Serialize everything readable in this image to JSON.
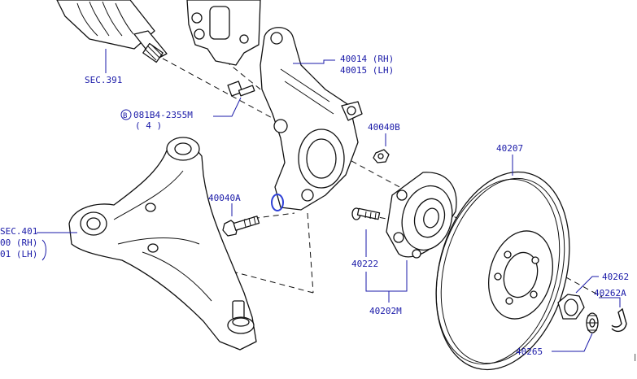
{
  "diagram": {
    "colors": {
      "callout": "#1a1aa8",
      "line": "#111111",
      "highlight": "#2d3fd6"
    },
    "labels": {
      "sec_391": "SEC.391",
      "knuckle_rh": "40014 (RH)",
      "knuckle_lh": "40015 (LH)",
      "bolt_b": "B",
      "bolt_code": "081B4-2355M",
      "bolt_qty": "( 4 )",
      "nut_40040b": "40040B",
      "rotor": "40207",
      "bolt_40040a": "40040A",
      "sec_401": "SEC.401",
      "arm_rh": "00 (RH)",
      "arm_lh": "01 (LH)",
      "stud": "40222",
      "hub": "40202M",
      "nut_40262": "40262",
      "pin_40262a": "40262A",
      "washer": "40265"
    },
    "icons": [
      "drive-shaft",
      "steering-knuckle",
      "lower-control-arm",
      "ball-joint",
      "wheel-hub",
      "brake-rotor",
      "hub-nut",
      "cotter-pin"
    ]
  }
}
